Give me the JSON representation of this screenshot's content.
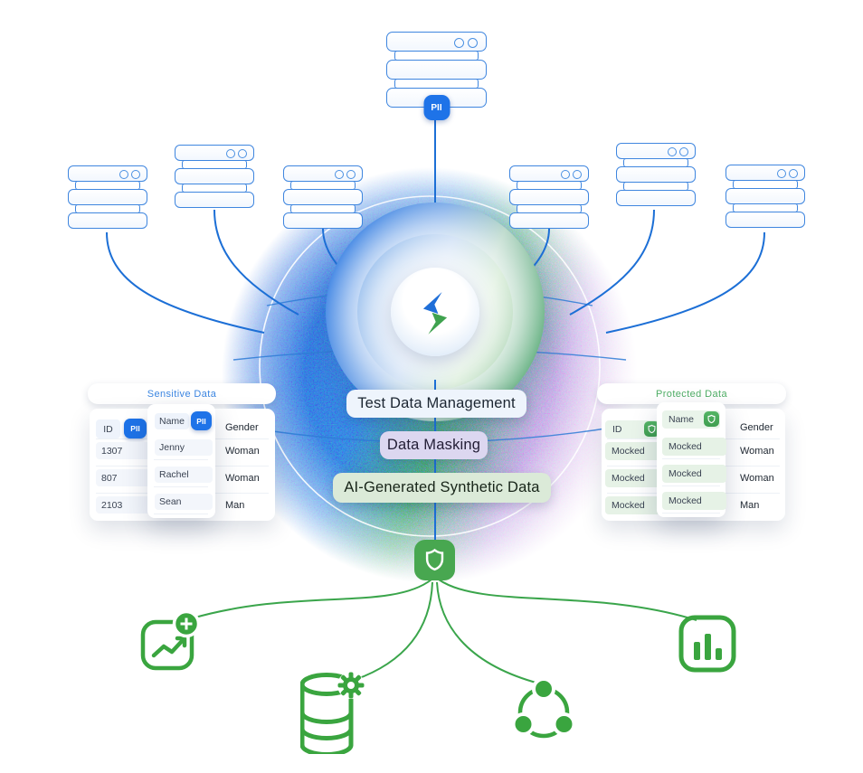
{
  "labels": {
    "primary": "Test Data Management",
    "secondary": "Data Masking",
    "tertiary": "AI-Generated Synthetic Data"
  },
  "badges": {
    "pii": "PII"
  },
  "tables": {
    "sensitive": {
      "title": "Sensitive Data",
      "columns": [
        "ID",
        "Name",
        "Gender"
      ],
      "rows": [
        [
          "1307",
          "Jenny",
          "Woman"
        ],
        [
          "807",
          "Rachel",
          "Woman"
        ],
        [
          "2103",
          "Sean",
          "Man"
        ]
      ],
      "pii_columns": [
        "ID",
        "Name"
      ]
    },
    "protected": {
      "title": "Protected Data",
      "columns": [
        "ID",
        "Name",
        "Gender"
      ],
      "rows": [
        [
          "Mocked",
          "Mocked",
          "Woman"
        ],
        [
          "Mocked",
          "Mocked",
          "Woman"
        ],
        [
          "Mocked",
          "Mocked",
          "Man"
        ]
      ],
      "protected_columns": [
        "ID",
        "Name"
      ]
    }
  },
  "icons": {
    "server_stack": "server-stack-icon",
    "pii_badge": "pii-badge",
    "shield": "shield-icon",
    "trend_chart_plus": "line-chart-add-icon",
    "database_gear": "database-settings-icon",
    "share_network": "share-nodes-icon",
    "bar_chart": "bar-chart-icon",
    "logo": "sync-arrows-logo"
  },
  "colors": {
    "line_blue": "#1c6fd6",
    "border_blue": "#3f86df",
    "badge_blue": "#1e73e8",
    "line_green": "#3aa54b",
    "shield_green": "#48a750",
    "title_blue": "#3d87e2",
    "title_green": "#4fae66",
    "pill_lavender": "#dcd7f0",
    "pill_green": "#dbead8",
    "pill_light": "#eef4fc"
  }
}
